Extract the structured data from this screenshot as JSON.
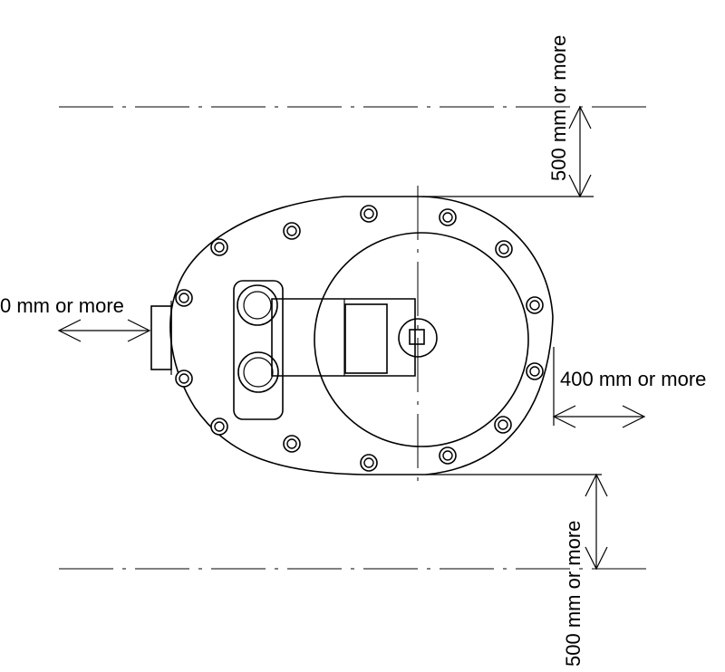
{
  "diagram": {
    "labels": {
      "top_clearance": "500 mm or more",
      "bottom_clearance": "500 mm or more",
      "left_clearance": "0 mm or more",
      "right_clearance": "400 mm or more"
    },
    "line_color": "#000000",
    "background_color": "#ffffff"
  }
}
